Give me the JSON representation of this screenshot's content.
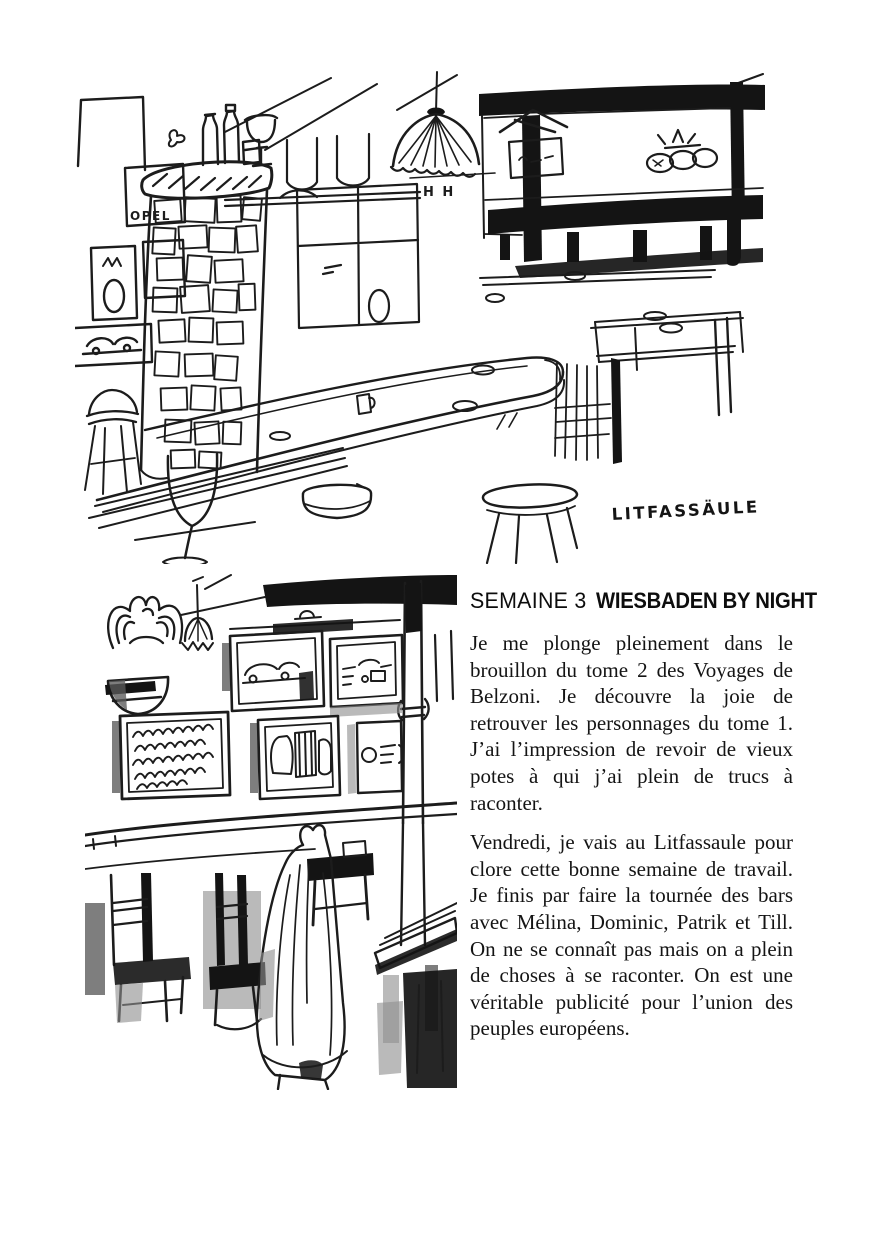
{
  "page": {
    "background": "#ffffff",
    "ink_color": "#1c1c1c"
  },
  "header": {
    "section_label": "SEMAINE 3",
    "title": "WIESBADEN BY NIGHT"
  },
  "article": {
    "paragraphs": [
      "Je me plonge pleinement dans le brouillon du tome 2 des Voyages de Belzoni. Je découvre la joie de retrouver les personnages du tome 1. J’ai l’impression de revoir de vieux potes à qui j’ai plein de trucs à raconter.",
      "Vendredi, je vais au Litfassaule pour clore cette bonne semaine de travail. Je finis par faire la tournée des bars avec Mélina, Dominic, Patrik et Till. On ne se connaît pas mais on a plein de choses à se raconter. On est une véritable publicité pour l’union des peuples européens."
    ]
  },
  "top_sketch": {
    "signature": "LITFASSÄULE",
    "poster_label": "OPEL",
    "lamp_letters": "H H",
    "description": "Ink sketch of the bar interior: advertising column covered with posters, curved counter, stools, hanging lamp and windows"
  },
  "bottom_sketch": {
    "description": "Ink sketch of the bar corner: eagle figure over a shield, framed pictures, wooden chairs and a jacket draped on a chair"
  }
}
